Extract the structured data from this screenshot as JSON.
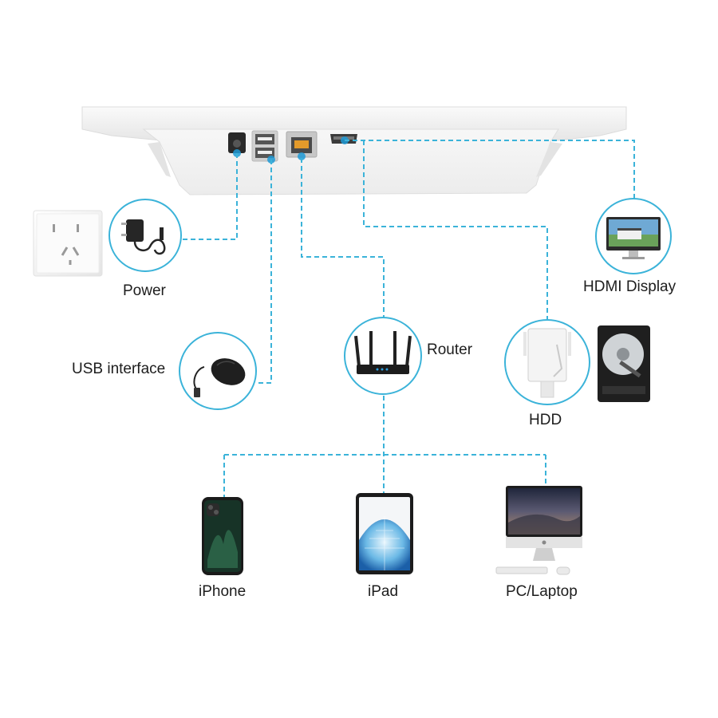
{
  "labels": {
    "power": "Power",
    "usb": "USB interface",
    "router": "Router",
    "hdmi": "HDMI Display",
    "hdd": "HDD",
    "iphone": "iPhone",
    "ipad": "iPad",
    "pc": "PC/Laptop"
  },
  "colors": {
    "wire": "#3bb3d9",
    "port_glow": "#1e9ad6",
    "device_body": "#f2f2f2"
  }
}
